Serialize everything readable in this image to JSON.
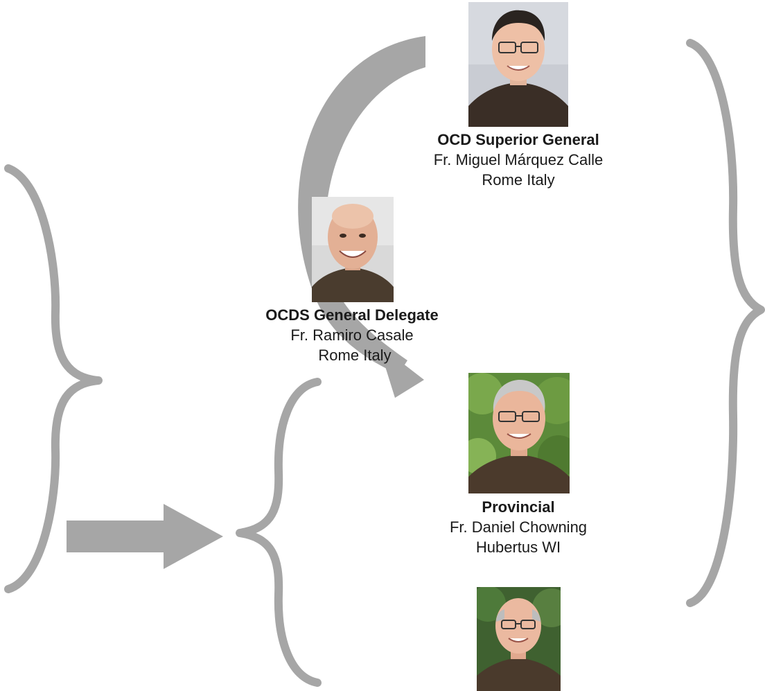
{
  "people": {
    "superior_general": {
      "role": "OCD Superior General",
      "name": "Fr. Miguel Márquez Calle",
      "location": "Rome Italy"
    },
    "general_delegate": {
      "role": "OCDS General Delegate",
      "name": "Fr. Ramiro Casale",
      "location": "Rome Italy"
    },
    "provincial": {
      "role": "Provincial",
      "name": "Fr. Daniel Chowning",
      "location": "Hubertus WI"
    }
  },
  "colors": {
    "shape_gray": "#a6a6a6",
    "text": "#1a1a1a"
  }
}
